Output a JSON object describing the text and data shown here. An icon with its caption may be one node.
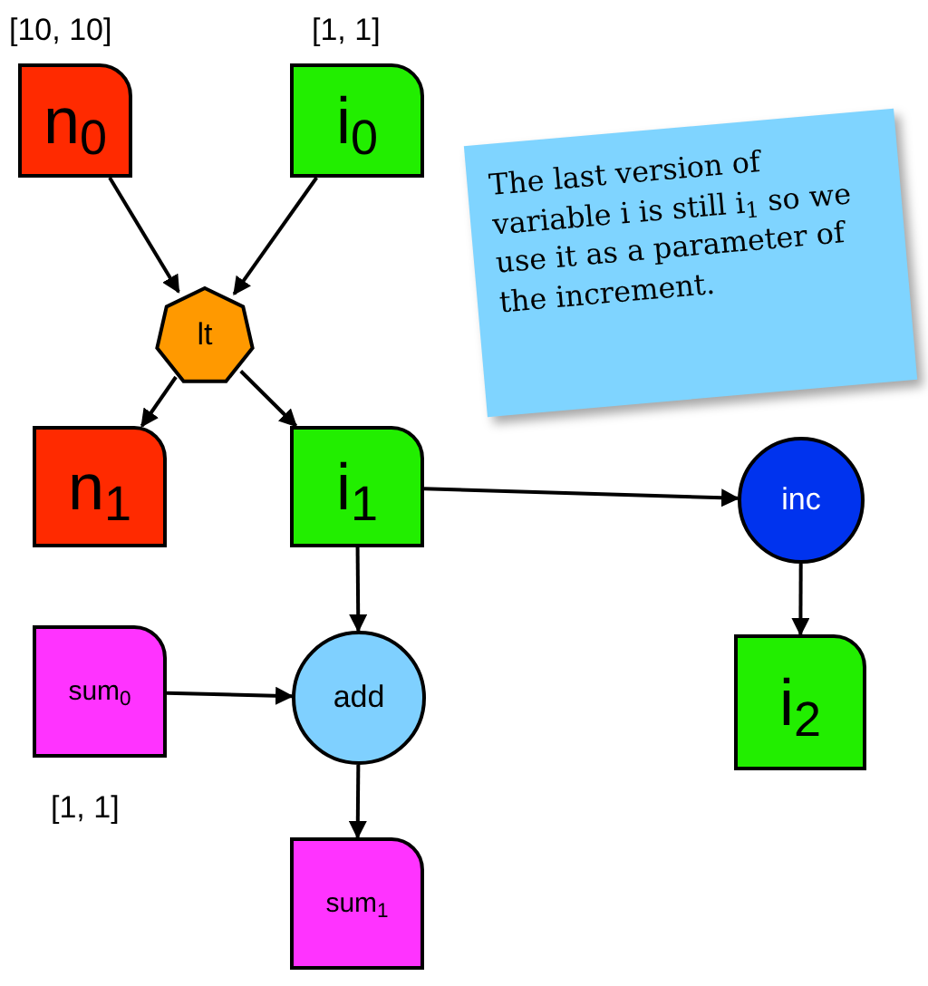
{
  "diagram": {
    "nodes": [
      {
        "text": [
          "n$_{0}$"
        ],
        "beside": [
          "[10, 10]"
        ]
      },
      {
        "text": [
          "i$_{0}$"
        ],
        "beside": [
          "[1, 1]"
        ]
      },
      {
        "text": [
          "lt"
        ]
      },
      {
        "text": [
          "n$_{1}$"
        ]
      },
      {
        "text": [
          "i$_{1}$"
        ]
      },
      {
        "text": [
          "inc"
        ]
      },
      {
        "text": [
          "sum$_{0}$"
        ],
        "beside": [
          "[1, 1]"
        ]
      },
      {
        "text": [
          "add"
        ]
      },
      {
        "text": [
          "i$_{2}$"
        ]
      },
      {
        "text": [
          "sum$_{1}$"
        ]
      },
      {
        "text": [
          "The last version of variable i is still i$_{1}$ so we use it as a parameter of the increment."
        ]
      }
    ],
    "edges": [
      {
        "from": 0,
        "to": 2,
        "arrow": "to"
      },
      {
        "from": 1,
        "to": 2,
        "arrow": "to"
      },
      {
        "from": 2,
        "to": 3,
        "arrow": "to"
      },
      {
        "from": 2,
        "to": 4,
        "arrow": "to"
      },
      {
        "from": 4,
        "to": 5,
        "arrow": "to"
      },
      {
        "from": 5,
        "to": 8,
        "arrow": "to"
      },
      {
        "from": 4,
        "to": 7,
        "arrow": "to"
      },
      {
        "from": 6,
        "to": 7,
        "arrow": "to"
      },
      {
        "from": 7,
        "to": 9,
        "arrow": "to"
      }
    ]
  }
}
